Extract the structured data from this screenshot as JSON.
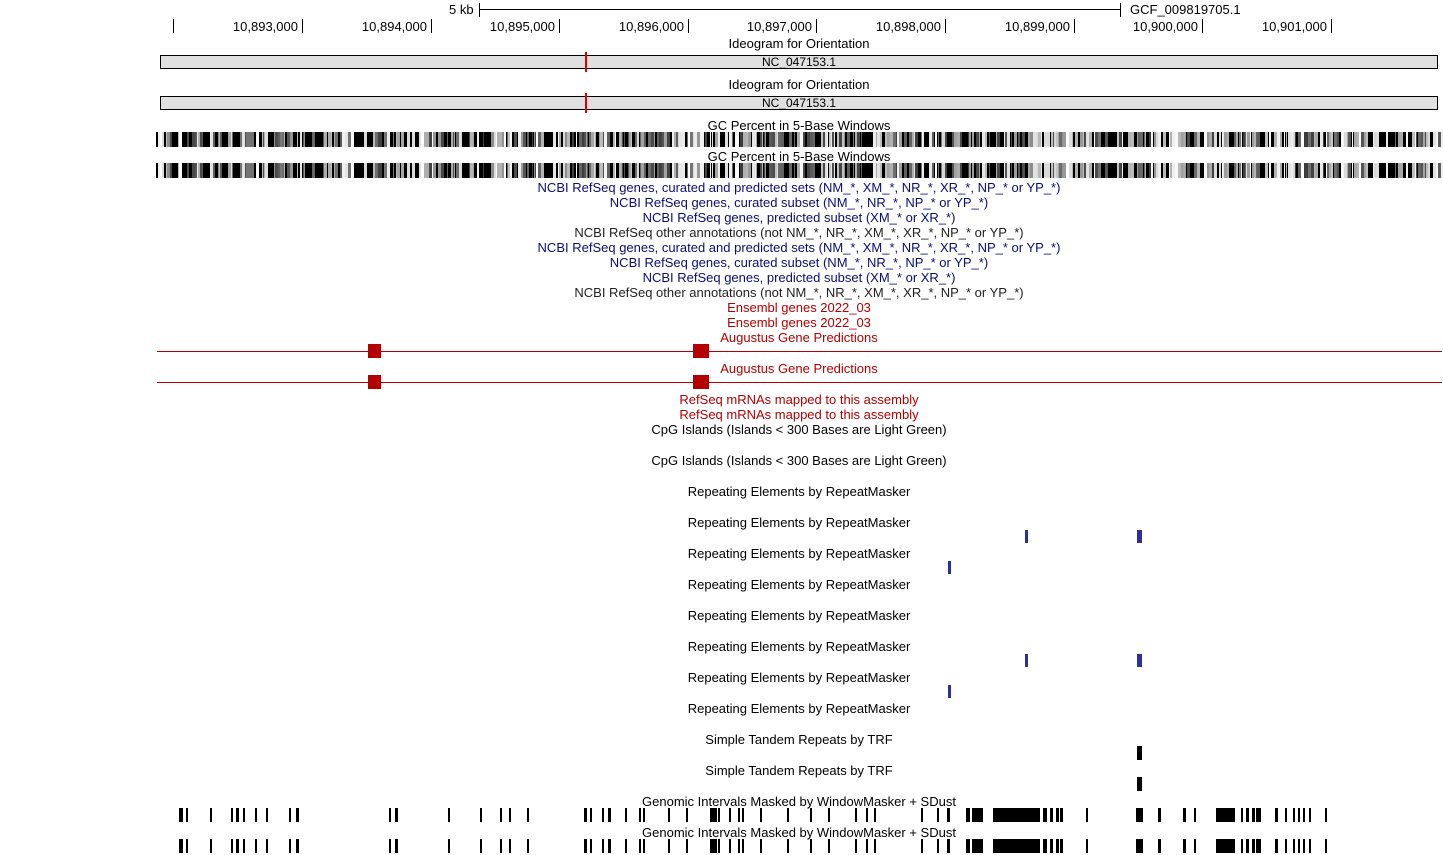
{
  "ruler": {
    "scale_label": "5 kb",
    "assembly_label": "GCF_009819705.1",
    "positions": [
      "10,893,000",
      "10,894,000",
      "10,895,000",
      "10,896,000",
      "10,897,000",
      "10,898,000",
      "10,899,000",
      "10,900,000",
      "10,901,000"
    ]
  },
  "ideogram": {
    "title": "Ideogram for Orientation",
    "chrom": "NC_047153.1"
  },
  "colors": {
    "refseq_blue": "#0c0c78",
    "ensembl_red": "#b40000",
    "repeat_blue": "#2e2e9e",
    "highlight_red": "#e00000"
  },
  "tracks": {
    "gc_percent": "GC Percent in 5-Base Windows",
    "refseq_all": "NCBI RefSeq genes, curated and predicted sets (NM_*, XM_*, NR_*, XR_*, NP_* or YP_*)",
    "refseq_curated": "NCBI RefSeq genes, curated subset (NM_*, NR_*, NP_* or YP_*)",
    "refseq_predicted": "NCBI RefSeq genes, predicted subset (XM_* or XR_*)",
    "refseq_other": "NCBI RefSeq other annotations (not NM_*, NR_*, XM_*, XR_*, NP_* or YP_*)",
    "ensembl": "Ensembl genes 2022_03",
    "augustus": "Augustus Gene Predictions",
    "refseq_mrna": "RefSeq mRNAs mapped to this assembly",
    "cpg": "CpG Islands (Islands < 300 Bases are Light Green)",
    "repeatmasker": "Repeating Elements by RepeatMasker",
    "trf": "Simple Tandem Repeats by TRF",
    "windowmasker": "Genomic Intervals Masked by WindowMasker + SDust"
  }
}
